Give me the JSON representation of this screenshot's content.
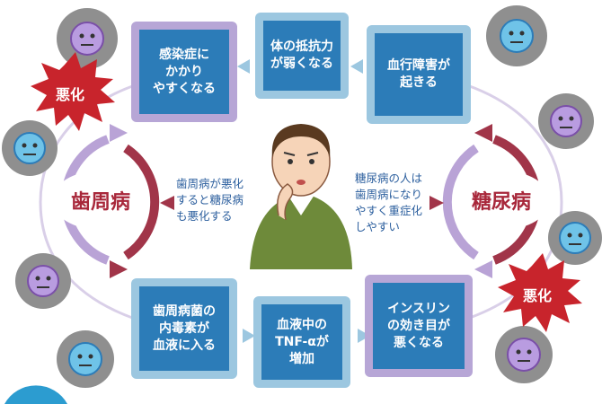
{
  "boxes": {
    "infection": "感染症に\nかかり\nやすくなる",
    "weaken": "体の抵抗力\nが弱くなる",
    "blood": "血行障害が\n起きる",
    "toxin": "歯周病菌の\n内毒素が\n血液に入る",
    "tnf": "血液中の\nTNF-αが\n増加",
    "insulin": "インスリン\nの効き目が\n悪くなる"
  },
  "diseases": {
    "perio": "歯周病",
    "diabetes": "糖尿病"
  },
  "notes": {
    "left": "歯周病が悪化\nすると糖尿病\nも悪化する",
    "right": "糖尿病の人は\n歯周病になり\nやすく重症化\nしやすい"
  },
  "bursts": {
    "left": "悪化",
    "right": "悪化"
  },
  "colors": {
    "box_fill": "#2c7cb8",
    "border_purple": "#b7a6d6",
    "border_light": "#9cc7e0",
    "ring_purple": "#b9a3d6",
    "ring_red": "#a13549",
    "burst": "#c8242c",
    "germ_bg": "#8c8c8c",
    "germ_purple": "#b99ce0",
    "germ_blue": "#6fc3e8"
  }
}
